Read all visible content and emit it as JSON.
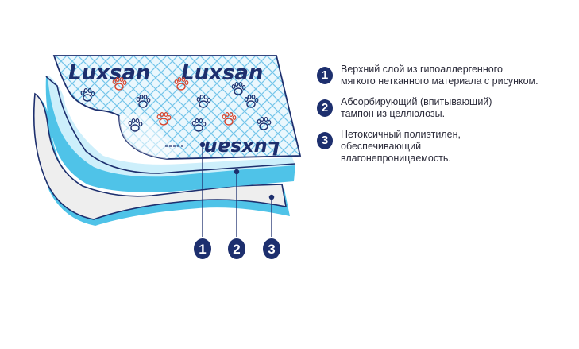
{
  "brand": {
    "name": "Luxsan",
    "name_mirrored": "Luxsan"
  },
  "colors": {
    "navy": "#1d2f6e",
    "light_blue": "#4fc3e8",
    "pale_blue": "#cdeffb",
    "paw_red": "#d9442c",
    "grey_fill": "#eeeeee",
    "text": "#2b2b3a"
  },
  "callouts": [
    {
      "number": "1"
    },
    {
      "number": "2"
    },
    {
      "number": "3"
    }
  ],
  "legend": [
    {
      "number": "1",
      "text": "Верхний слой из гипоаллергенного\nмягкого нетканного материала с рисунком."
    },
    {
      "number": "2",
      "text": "Абсорбирующий (впитывающий)\nтампон из целлюлозы."
    },
    {
      "number": "3",
      "text": "Нетоксичный полиэтилен,\nобеспечивающий\nвлагонепроницаемость."
    }
  ],
  "icons": {
    "pattern": "paw-print-icon"
  }
}
